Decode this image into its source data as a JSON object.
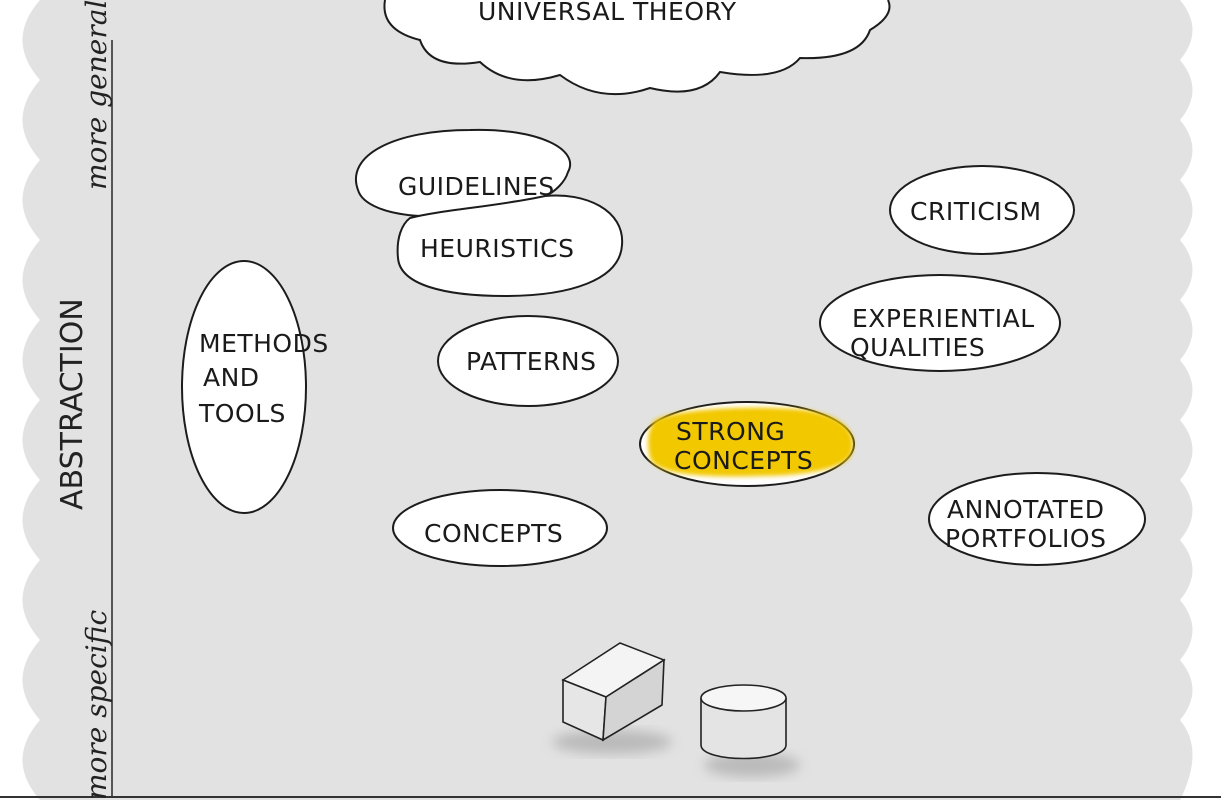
{
  "colors": {
    "page": "#ffffff",
    "board": "#e2e2e2",
    "ink": "#1c1c1c",
    "highlight": "#f2c800"
  },
  "axis": {
    "title": "ABSTRACTION",
    "top_label": "more general",
    "bottom_label": "more specific"
  },
  "top": {
    "title": "UNIVERSAL THEORY"
  },
  "concepts": {
    "guidelines": "GUIDELINES",
    "heuristics": "HEURISTICS",
    "criticism": "CRITICISM",
    "methods": [
      "METHODS",
      "AND",
      "TOOLS"
    ],
    "experiential": [
      "EXPERIENTIAL",
      "QUALITIES"
    ],
    "patterns": "PATTERNS",
    "strong": [
      "STRONG",
      "CONCEPTS"
    ],
    "concepts": "CONCEPTS",
    "annotated": [
      "ANNOTATED",
      "PORTFOLIOS"
    ]
  },
  "artifacts": [
    "box-icon",
    "cylinder-icon"
  ]
}
